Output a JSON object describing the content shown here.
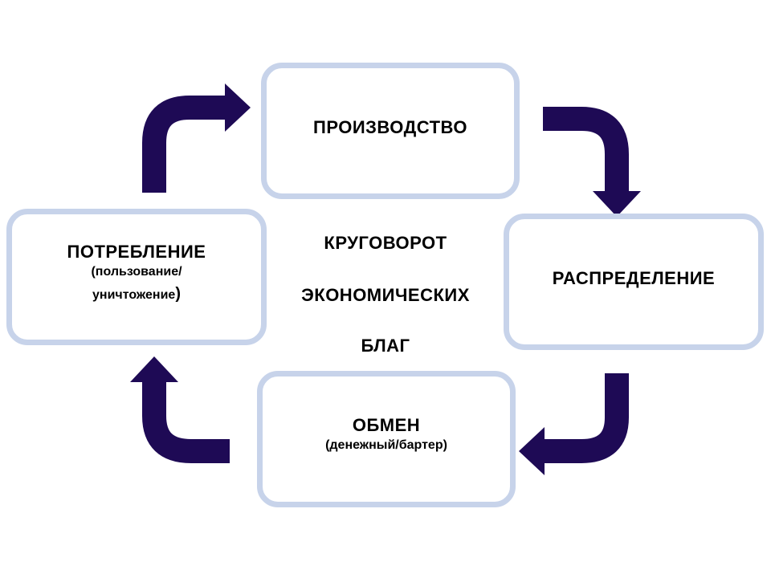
{
  "diagram": {
    "boxes": {
      "production": {
        "title": "ПРОИЗВОДСТВО"
      },
      "distribution": {
        "title": "РАСПРЕДЕЛЕНИЕ"
      },
      "exchange": {
        "title": "ОБМЕН",
        "subtitle": "(денежный/бартер)"
      },
      "consumption": {
        "title": "ПОТРЕБЛЕНИЕ",
        "subtitle_line1": "(пользование/",
        "subtitle_line2": "уничтожение",
        "subtitle_close": ")"
      }
    },
    "center": {
      "line1": "КРУГОВОРОТ",
      "line2": "ЭКОНОМИЧЕСКИХ",
      "line3": "БЛАГ"
    },
    "colors": {
      "arrow": "#1e0a55",
      "box_border": "#c7d3ea",
      "text": "#000000"
    }
  }
}
